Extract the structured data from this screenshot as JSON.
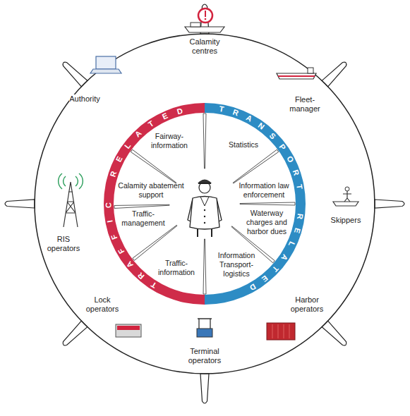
{
  "diagram": {
    "nodes": [
      {
        "text": [
          "TRAFFIC RELATED"
        ]
      },
      {
        "text": [
          "TRANSPORT RELATED"
        ]
      },
      {
        "text": [
          "Fairway-information"
        ]
      },
      {
        "text": [
          "Statistics"
        ]
      },
      {
        "text": [
          "Calamity abatement support"
        ]
      },
      {
        "text": [
          "Information law enforcement"
        ]
      },
      {
        "text": [
          "Traffic-management"
        ]
      },
      {
        "text": [
          "Waterway charges and harbor dues"
        ]
      },
      {
        "text": [
          "Traffic-information"
        ]
      },
      {
        "text": [
          "Information Transport-logistics"
        ]
      }
    ],
    "labels": [
      "Calamity centres",
      "Authority",
      "Fleet-manager",
      "Skippers",
      "RIS operators",
      "Lock operators",
      "Harbor operators",
      "Terminal operators"
    ]
  }
}
